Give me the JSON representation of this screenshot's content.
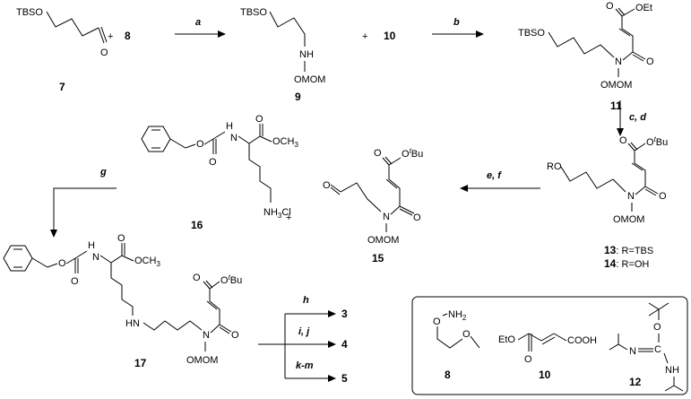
{
  "compounds": {
    "c7": {
      "number": "7",
      "label": "TBSO"
    },
    "c8": {
      "number": "8"
    },
    "c9": {
      "number": "9",
      "label_tbso": "TBSO",
      "label_nh": "NH",
      "label_omom": "OMOM"
    },
    "c10": {
      "number": "10"
    },
    "c11": {
      "number": "11",
      "label_tbso": "TBSO",
      "label_n": "N",
      "label_omom": "OMOM",
      "label_ester": "OEt"
    },
    "c13_14": {
      "label_ro": "RO",
      "label_n": "N",
      "label_omom": "OMOM",
      "label_ester_o": "O",
      "label_ester_t": "t",
      "label_ester_bu": "Bu",
      "line1_num": "13",
      "line1_text": ": R=TBS",
      "line2_num": "14",
      "line2_text": ": R=OH"
    },
    "c15": {
      "number": "15",
      "label_n": "N",
      "label_omom": "OMOM",
      "label_ester_o": "O",
      "label_ester_t": "t",
      "label_ester_bu": "Bu"
    },
    "c16": {
      "number": "16",
      "label_nh": "H",
      "label_n": "N",
      "label_och3": "OCH",
      "label_och3_sub": "3",
      "label_nh3": "NH",
      "label_nh3_sub": "3",
      "label_cl": "Cl"
    },
    "c17": {
      "number": "17",
      "label_nh": "H",
      "label_n": "N",
      "label_och3": "OCH",
      "label_och3_sub": "3",
      "label_hn": "HN",
      "label_n2": "N",
      "label_omom": "OMOM",
      "label_ester_o": "O",
      "label_ester_t": "t",
      "label_ester_bu": "Bu"
    },
    "c3": {
      "number": "3"
    },
    "c4": {
      "number": "4"
    },
    "c5": {
      "number": "5"
    }
  },
  "plus_signs": [
    "+",
    "+",
    "+"
  ],
  "conditions": {
    "a": "a",
    "b": "b",
    "cd": "c, d",
    "ef": "e, f",
    "g": "g",
    "h": "h",
    "ij": "i, j",
    "km": "k-m"
  },
  "reagent_box": {
    "r8": {
      "number": "8",
      "label_nh2": "NH",
      "label_nh2_sub": "2",
      "label_o": "O"
    },
    "r10": {
      "number": "10",
      "label_eto": "EtO",
      "label_cooh": "COOH"
    },
    "r12": {
      "number": "12",
      "label_o": "O",
      "label_n": "N",
      "label_c": "C",
      "label_nh": "NH"
    }
  }
}
